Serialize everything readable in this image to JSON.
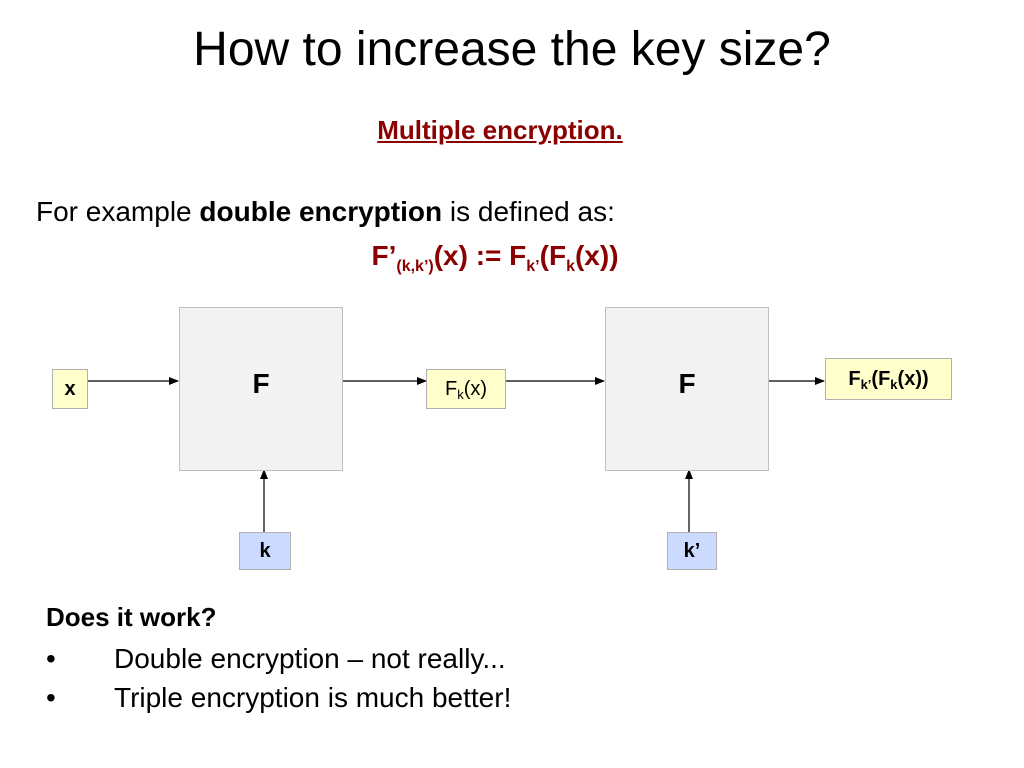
{
  "slide": {
    "title": "How to increase the key size?",
    "subtitle": "Multiple encryption."
  },
  "intro": {
    "prefix": "For example ",
    "emphasis": "double encryption",
    "suffix": " is defined as:"
  },
  "formula": {
    "f_prime": "F’",
    "f_prime_sub": "(k,k’)",
    "mid": "(x) := F",
    "outer_sub": "k’",
    "inner_open": "(F",
    "inner_sub": "k",
    "end": "(x))"
  },
  "diagram": {
    "input_x": "x",
    "box1_label": "F",
    "box2_label": "F",
    "key1": "k",
    "key2": "k’",
    "mid_output": {
      "f": "F",
      "sub": "k",
      "rest": "(x)"
    },
    "final_output": {
      "f": "F",
      "sub1": "k’",
      "open": "(F",
      "sub2": "k",
      "rest": "(x))"
    }
  },
  "colors": {
    "accent_red": "#8b0000",
    "box_fill": "#f2f2f2",
    "io_yellow": "#ffffcc",
    "key_blue": "#ccdaff"
  },
  "questions": {
    "heading": "Does it work?",
    "bullet_symbol": "•",
    "items": [
      "Double encryption – not really...",
      "Triple encryption is much better!"
    ]
  }
}
